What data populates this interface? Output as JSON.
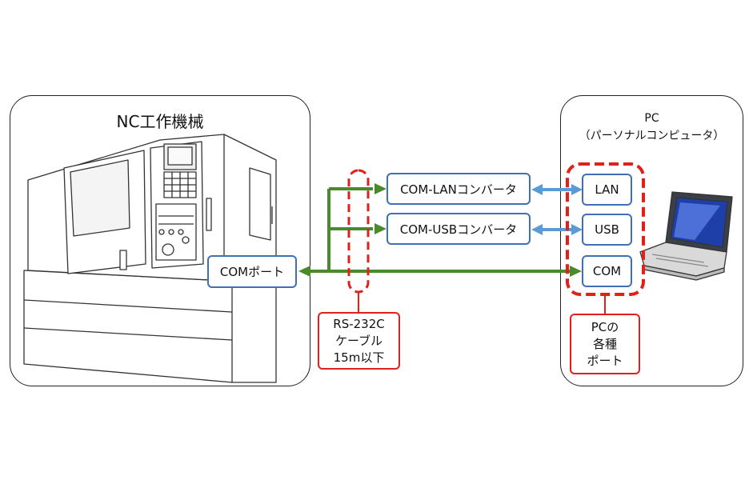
{
  "nc_machine": {
    "title": "NC工作機械",
    "port": "COMポート"
  },
  "pc": {
    "title_line1": "PC",
    "title_line2": "（パーソナルコンピュータ）"
  },
  "converters": {
    "lan": "COM-LANコンバータ",
    "usb": "COM-USBコンバータ"
  },
  "pc_ports": {
    "lan": "LAN",
    "usb": "USB",
    "com": "COM"
  },
  "cable_callout": {
    "line1": "RS-232C",
    "line2": "ケーブル",
    "line3": "15m以下"
  },
  "pc_ports_callout": {
    "line1": "PCの",
    "line2": "各種",
    "line3": "ポート"
  },
  "colors": {
    "cable_green": "#4a8a2c",
    "link_blue": "#5b9bd5",
    "box_border": "#3f6fb5",
    "callout_red": "#e0201b"
  }
}
